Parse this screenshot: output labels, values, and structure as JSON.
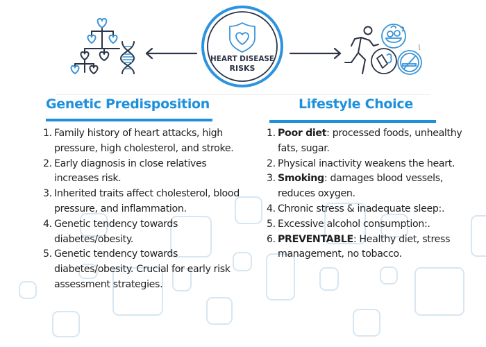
{
  "center_badge": {
    "title_line1": "HEART DISEASE",
    "title_line2": "RISKS",
    "icon": "heart-shield-icon",
    "ring_color": "#2b93e0",
    "inner_ring_color": "#2b3345"
  },
  "left_illustration": {
    "icons": [
      "family-tree-hearts-icon",
      "dna-icon"
    ],
    "arrow": "arrow-left-icon"
  },
  "right_illustration": {
    "icons": [
      "runner-icon",
      "healthy-food-icon",
      "no-junk-food-icon",
      "no-smoking-icon"
    ],
    "arrow": "arrow-right-icon"
  },
  "colors": {
    "accent": "#1d90dc",
    "text": "#1f1f1f",
    "arrow": "#2b3345",
    "decor_squares": "#d6e6f2"
  },
  "genetic": {
    "title": "Genetic Predisposition",
    "items": [
      {
        "num": "1.",
        "bold": "",
        "text": "Family history of heart attacks, high pressure, high cholesterol, and stroke."
      },
      {
        "num": "2.",
        "bold": "",
        "text": "Early diagnosis in close relatives increases risk."
      },
      {
        "num": "3.",
        "bold": "",
        "text": "Inherited traits affect cholesterol, blood pressure, and inflammation."
      },
      {
        "num": "4.",
        "bold": "",
        "text": "Genetic tendency towards diabetes/obesity."
      },
      {
        "num": "5.",
        "bold": "",
        "text": "Genetic tendency towards diabetes/obesity. Crucial for early risk assessment strategies."
      }
    ]
  },
  "lifestyle": {
    "title": "Lifestyle Choice",
    "items": [
      {
        "num": "1.",
        "bold": "Poor diet",
        "text": ": processed foods, unhealthy fats, sugar."
      },
      {
        "num": "2.",
        "bold": "",
        "text": "Physical inactivity weakens the heart."
      },
      {
        "num": "3.",
        "bold": "Smoking",
        "text": ": damages blood vessels, reduces oxygen."
      },
      {
        "num": "4.",
        "bold": "",
        "text": "Chronic stress & inadequate sleep:."
      },
      {
        "num": "5.",
        "bold": "",
        "text": "Excessive alcohol consumption:."
      },
      {
        "num": "6.",
        "bold": "PREVENTABLE",
        "text": ": Healthy diet, stress management, no tobacco."
      }
    ]
  }
}
